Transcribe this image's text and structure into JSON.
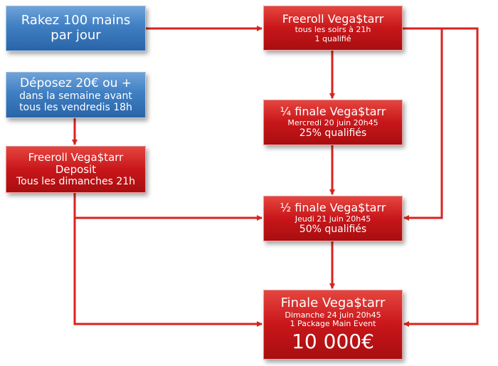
{
  "colors": {
    "blue": "#3f7fc3",
    "red": "#c8161a",
    "connector": "#d9231d"
  },
  "nodes": {
    "rake": {
      "line1": "Rakez 100 mains",
      "line2": "par jour"
    },
    "deposit": {
      "line1": "Déposez 20€ ou +",
      "line2": "dans la semaine avant",
      "line3": "tous les vendredis 18h"
    },
    "freeroll_deposit": {
      "line1": "Freeroll Vega$tarr",
      "line2": "Deposit",
      "line3": "Tous les dimanches 21h"
    },
    "freeroll": {
      "title": "Freeroll Vega$tarr",
      "line2": "tous les soirs à 21h",
      "line3": "1 qualifié"
    },
    "quarter": {
      "title": "¼ finale Vega$tarr",
      "line2": "Mercredi 20 juin 20h45",
      "line3": "25% qualifiés"
    },
    "half": {
      "title": "½ finale Vega$tarr",
      "line2": "Jeudi 21 juin 20h45",
      "line3": "50% qualifiés"
    },
    "final": {
      "title": "Finale Vega$tarr",
      "line2": "Dimanche 24 juin 20h45",
      "line3": "1 Package Main Event",
      "prize": "10 000€"
    }
  },
  "edges": [
    {
      "from": "rake",
      "to": "freeroll"
    },
    {
      "from": "deposit",
      "to": "freeroll_deposit"
    },
    {
      "from": "freeroll",
      "to": "quarter"
    },
    {
      "from": "freeroll",
      "to": "half"
    },
    {
      "from": "freeroll",
      "to": "final"
    },
    {
      "from": "quarter",
      "to": "half"
    },
    {
      "from": "half",
      "to": "final"
    },
    {
      "from": "freeroll_deposit",
      "to": "half"
    },
    {
      "from": "freeroll_deposit",
      "to": "final"
    }
  ]
}
